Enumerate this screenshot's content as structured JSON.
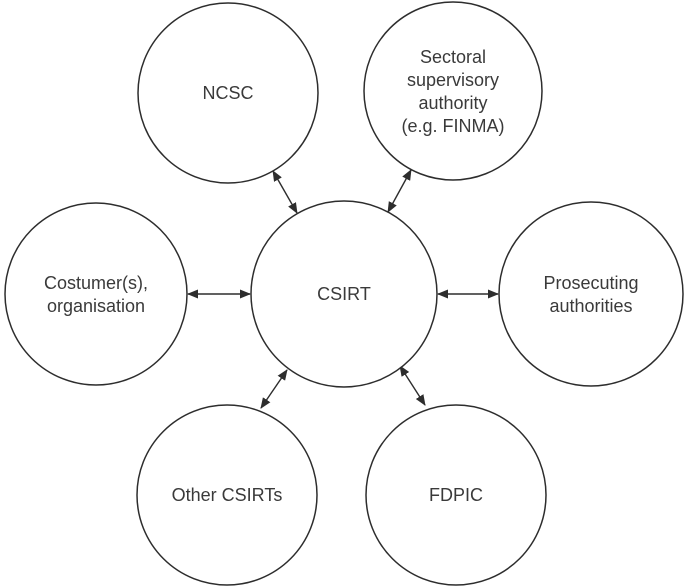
{
  "diagram": {
    "type": "hub-and-spoke network diagram",
    "colors": {
      "stroke": "#2d2d2d",
      "text": "#3a3a3a",
      "background": "#ffffff"
    },
    "nodes": {
      "csirt": {
        "label": "CSIRT",
        "lines": [
          "CSIRT"
        ]
      },
      "ncsc": {
        "label": "NCSC",
        "lines": [
          "NCSC"
        ]
      },
      "sectoral": {
        "label": "Sectoral supervisory authority (e.g. FINMA)",
        "lines": [
          "Sectoral",
          "supervisory",
          "authority",
          "(e.g. FINMA)"
        ]
      },
      "costumer": {
        "label": "Costumer(s), organisation",
        "lines": [
          "Costumer(s),",
          "organisation"
        ]
      },
      "prosecuting": {
        "label": "Prosecuting authorities",
        "lines": [
          "Prosecuting",
          "authorities"
        ]
      },
      "other_csirts": {
        "label": "Other CSIRTs",
        "lines": [
          "Other CSIRTs"
        ]
      },
      "fdpic": {
        "label": "FDPIC",
        "lines": [
          "FDPIC"
        ]
      }
    },
    "edges": [
      {
        "from": "NCSC",
        "to": "CSIRT",
        "direction": "bidirectional"
      },
      {
        "from": "Sectoral supervisory authority (e.g. FINMA)",
        "to": "CSIRT",
        "direction": "bidirectional"
      },
      {
        "from": "Costumer(s), organisation",
        "to": "CSIRT",
        "direction": "bidirectional"
      },
      {
        "from": "Prosecuting authorities",
        "to": "CSIRT",
        "direction": "bidirectional"
      },
      {
        "from": "Other CSIRTs",
        "to": "CSIRT",
        "direction": "bidirectional"
      },
      {
        "from": "FDPIC",
        "to": "CSIRT",
        "direction": "bidirectional"
      }
    ]
  }
}
